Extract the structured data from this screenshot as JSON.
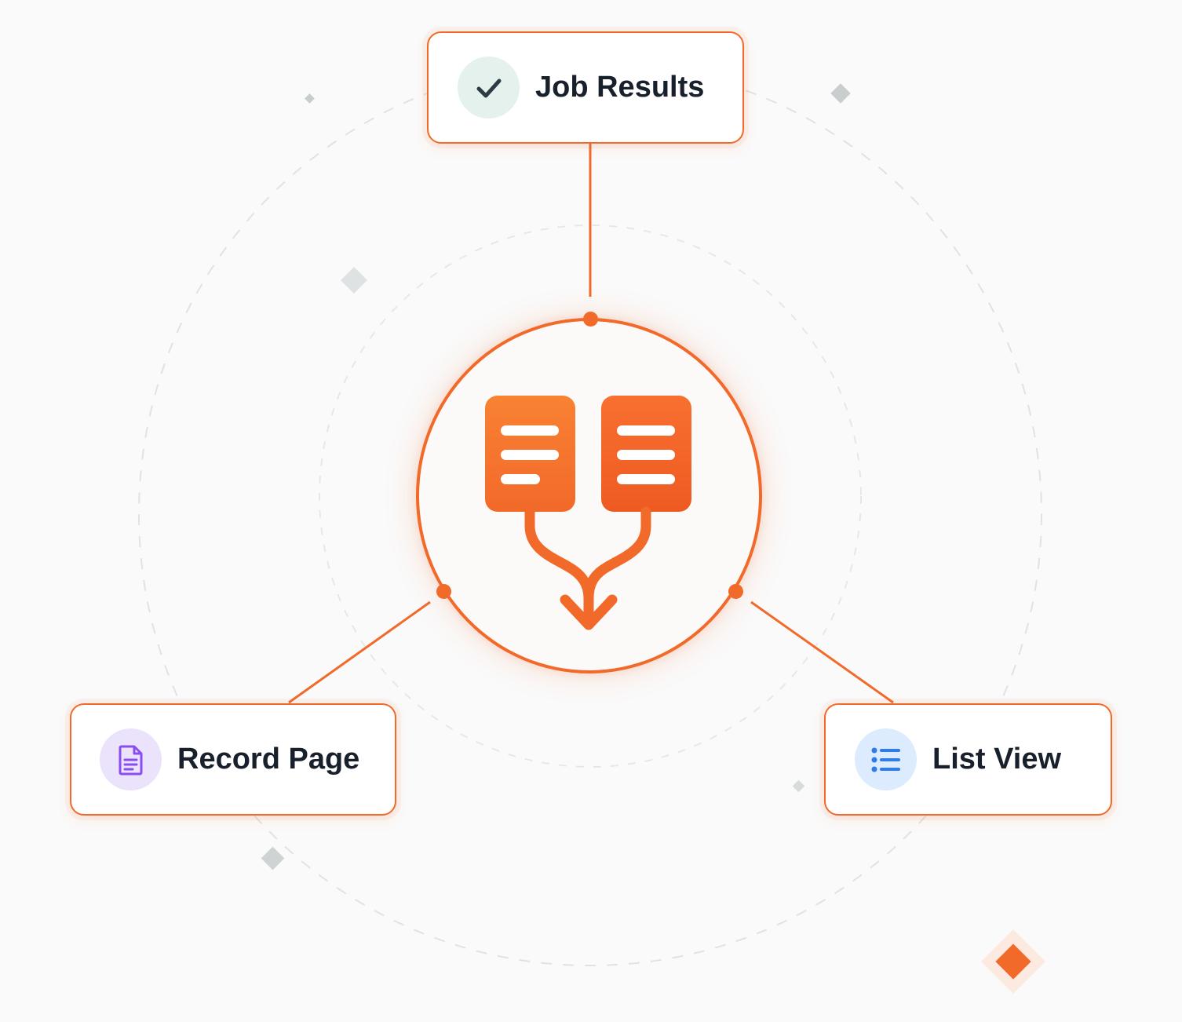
{
  "nodes": {
    "job_results": {
      "label": "Job Results",
      "icon": "check-icon"
    },
    "record_page": {
      "label": "Record Page",
      "icon": "document-icon"
    },
    "list_view": {
      "label": "List View",
      "icon": "list-icon"
    }
  },
  "hub": {
    "icon": "merge-documents-icon"
  },
  "colors": {
    "accent": "#f26a2a",
    "check_badge": "#e4f1ec",
    "document_badge": "#ebe2fb",
    "list_badge": "#dcebfd",
    "label_text": "#18212b"
  }
}
